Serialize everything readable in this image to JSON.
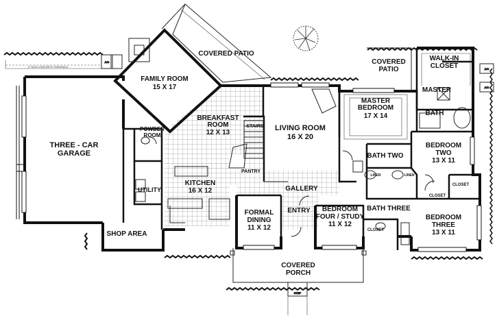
{
  "plan_title": "",
  "colors": {
    "ink": "#111111",
    "paper": "#ffffff",
    "tile": "#9a9a9a"
  },
  "rooms": {
    "covered_patio_main": "COVERED PATIO",
    "family_room": {
      "name": "FAMILY ROOM",
      "size": "15 X 17"
    },
    "breakfast_room": {
      "name": "BREAKFAST ROOM",
      "size": "12 X 13"
    },
    "living_room": {
      "name": "LIVING ROOM",
      "size": "16 X 20"
    },
    "master_bedroom": {
      "name": "MASTER BEDROOM",
      "size": "17 X 14"
    },
    "covered_patio_master": "COVERED PATIO",
    "walk_in_closet": "WALK-IN CLOSET",
    "master_bath": "MASTER BATH",
    "three_car_garage": "THREE - CAR GARAGE",
    "powder_room": "POWDER ROOM",
    "utility": "UTILITY",
    "kitchen": {
      "name": "KITCHEN",
      "size": "16 X 12"
    },
    "stairs": "STAIRS",
    "pantry": "PANTRY",
    "gallery": "GALLERY",
    "formal_dining": {
      "name": "FORMAL DINING",
      "size": "11 X 12"
    },
    "entry": "ENTRY",
    "bedroom_four": {
      "name": "BEDROOM FOUR / STUDY",
      "size": "11 X 12"
    },
    "bath_three": "BATH THREE",
    "bath_two": "BATH TWO",
    "bedroom_two": {
      "name": "BEDROOM TWO",
      "size": "13 X 11"
    },
    "bedroom_three": {
      "name": "BEDROOM THREE",
      "size": "13 X 11"
    },
    "closet": "CLOSET",
    "linen": "LINEN",
    "shop_area": "SHOP AREA",
    "covered_porch": "COVERED PORCH"
  }
}
